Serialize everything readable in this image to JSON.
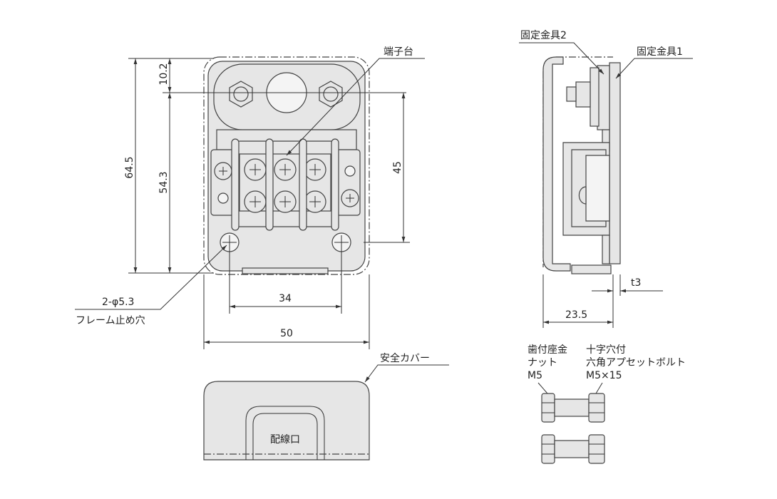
{
  "labels": {
    "terminal_block": "端子台",
    "fixing_bracket_2": "固定金具2",
    "fixing_bracket_1": "固定金具1",
    "hole_spec": "2-φ5.3",
    "hole_name": "フレーム止め穴",
    "safety_cover": "安全カバー",
    "wiring_port": "配線口",
    "nut_line1": "歯付座金",
    "nut_line2": "ナット",
    "nut_line3": "M5",
    "bolt_line1": "十字穴付",
    "bolt_line2": "六角アプセットボルト",
    "bolt_line3": "M5×15"
  },
  "dimensions": {
    "height_total": "64.5",
    "top_offset": "10.2",
    "height_inner": "54.3",
    "hole_vertical": "45",
    "hole_pitch": "34",
    "width": "50",
    "depth": "23.5",
    "thickness": "t3"
  }
}
